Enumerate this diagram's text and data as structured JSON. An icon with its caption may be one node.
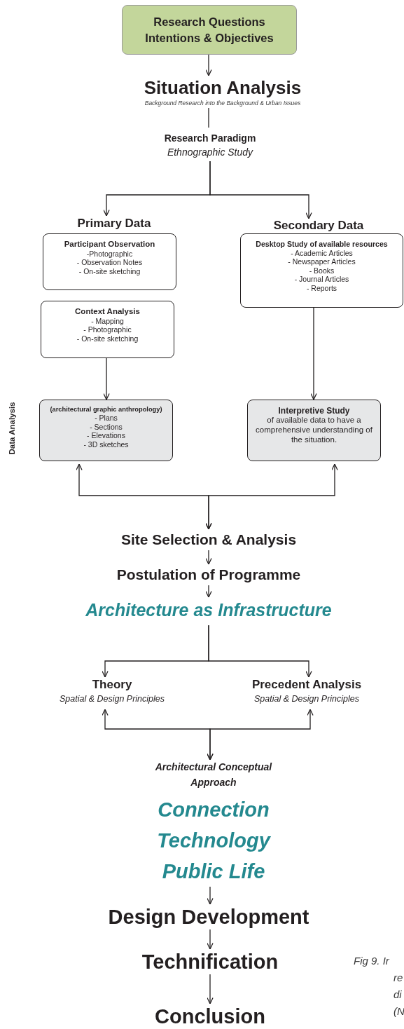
{
  "diagram": {
    "nodes": [
      {
        "text": [
          "Research Questions Intentions & Objectives"
        ]
      },
      {
        "text": [
          "Situation Analysis",
          "Background Research into the Background & Urban Issues"
        ]
      },
      {
        "text": [
          "Research Paradigm",
          "Ethnographic Study"
        ]
      },
      {
        "text": [
          "Primary Data"
        ]
      },
      {
        "text": [
          "Secondary Data"
        ]
      },
      {
        "text": [
          "Participant Observation",
          "-Photographic",
          "- Observation Notes",
          "- On-site sketching"
        ]
      },
      {
        "text": [
          "Context Analysis",
          "- Mapping",
          "- Photographic",
          "- On-site sketching"
        ]
      },
      {
        "text": [
          "Desktop Study of available resources",
          "- Academic Articles",
          "- Newspaper Articles",
          "- Books",
          "- Journal Articles",
          "- Reports"
        ]
      },
      {
        "text": [
          "(architectural graphic anthropology)",
          "- Plans",
          "- Sections",
          "- Elevations",
          "- 3D sketches"
        ]
      },
      {
        "text": [
          "Interpretive Study",
          "of available data to have a comprehensive understanding of the situation."
        ]
      },
      {
        "text": [
          "Site Selection & Analysis"
        ]
      },
      {
        "text": [
          "Postulation of Programme"
        ]
      },
      {
        "text": [
          "Architecture as Infrastructure"
        ]
      },
      {
        "text": [
          "Theory",
          "Spatial & Design Principles"
        ]
      },
      {
        "text": [
          "Precedent Analysis",
          "Spatial & Design Principles"
        ]
      },
      {
        "text": [
          "Architectural Conceptual Approach"
        ]
      },
      {
        "text": [
          "Connection",
          "Technology",
          "Public Life"
        ]
      },
      {
        "text": [
          "Design Development"
        ]
      },
      {
        "text": [
          "Technification"
        ]
      },
      {
        "text": [
          "Conclusion"
        ]
      }
    ],
    "edges": [
      {
        "from": 0,
        "to": 1,
        "arrow": "to"
      },
      {
        "from": 1,
        "to": 2,
        "arrow": "none"
      },
      {
        "from": 2,
        "to": 3,
        "arrow": "to"
      },
      {
        "from": 2,
        "to": 4,
        "arrow": "to"
      },
      {
        "from": 6,
        "to": 8,
        "arrow": "to"
      },
      {
        "from": 7,
        "to": 9,
        "arrow": "to"
      },
      {
        "from": 8,
        "to": 10,
        "arrow": "both"
      },
      {
        "from": 9,
        "to": 10,
        "arrow": "both"
      },
      {
        "from": 10,
        "to": 11,
        "arrow": "to"
      },
      {
        "from": 11,
        "to": 12,
        "arrow": "to"
      },
      {
        "from": 12,
        "to": 13,
        "arrow": "to"
      },
      {
        "from": 12,
        "to": 14,
        "arrow": "to"
      },
      {
        "from": 13,
        "to": 15,
        "arrow": "both"
      },
      {
        "from": 14,
        "to": 15,
        "arrow": "both"
      },
      {
        "from": 16,
        "to": 17,
        "arrow": "to"
      },
      {
        "from": 17,
        "to": 18,
        "arrow": "to"
      },
      {
        "from": 18,
        "to": 19,
        "arrow": "to"
      }
    ],
    "labels": [
      "Data Analysis",
      "Fig 9. Ir",
      "re",
      "di",
      "(N"
    ]
  }
}
